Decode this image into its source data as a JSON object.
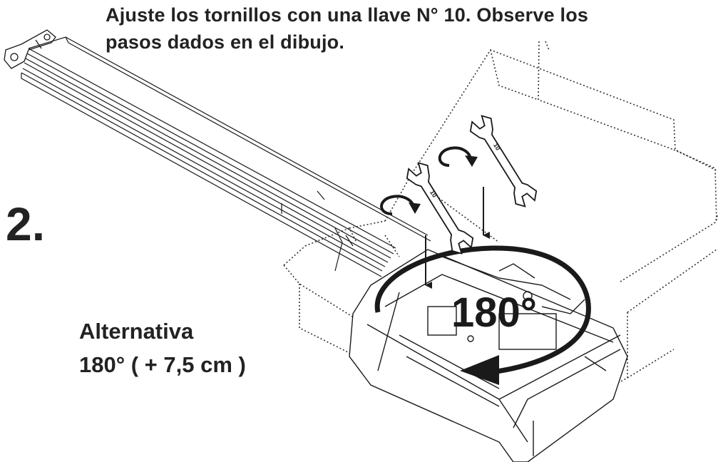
{
  "instruction": {
    "line1": "Ajuste los tornillos con una llave N° 10. Observe los",
    "line2": "pasos dados en el dibujo."
  },
  "step_number": "2.",
  "rotation_label": "180°",
  "alternative": {
    "line1": "Alternativa",
    "line2": "180° ( + 7,5 cm )"
  },
  "wrench_size": "10",
  "colors": {
    "ink": "#222222",
    "line": "#1a1a1a",
    "panel": "#ffffff"
  },
  "icons": [
    "wrench-icon",
    "rotate-clockwise-icon",
    "down-arrow-icon",
    "rotation-arrow-icon"
  ]
}
